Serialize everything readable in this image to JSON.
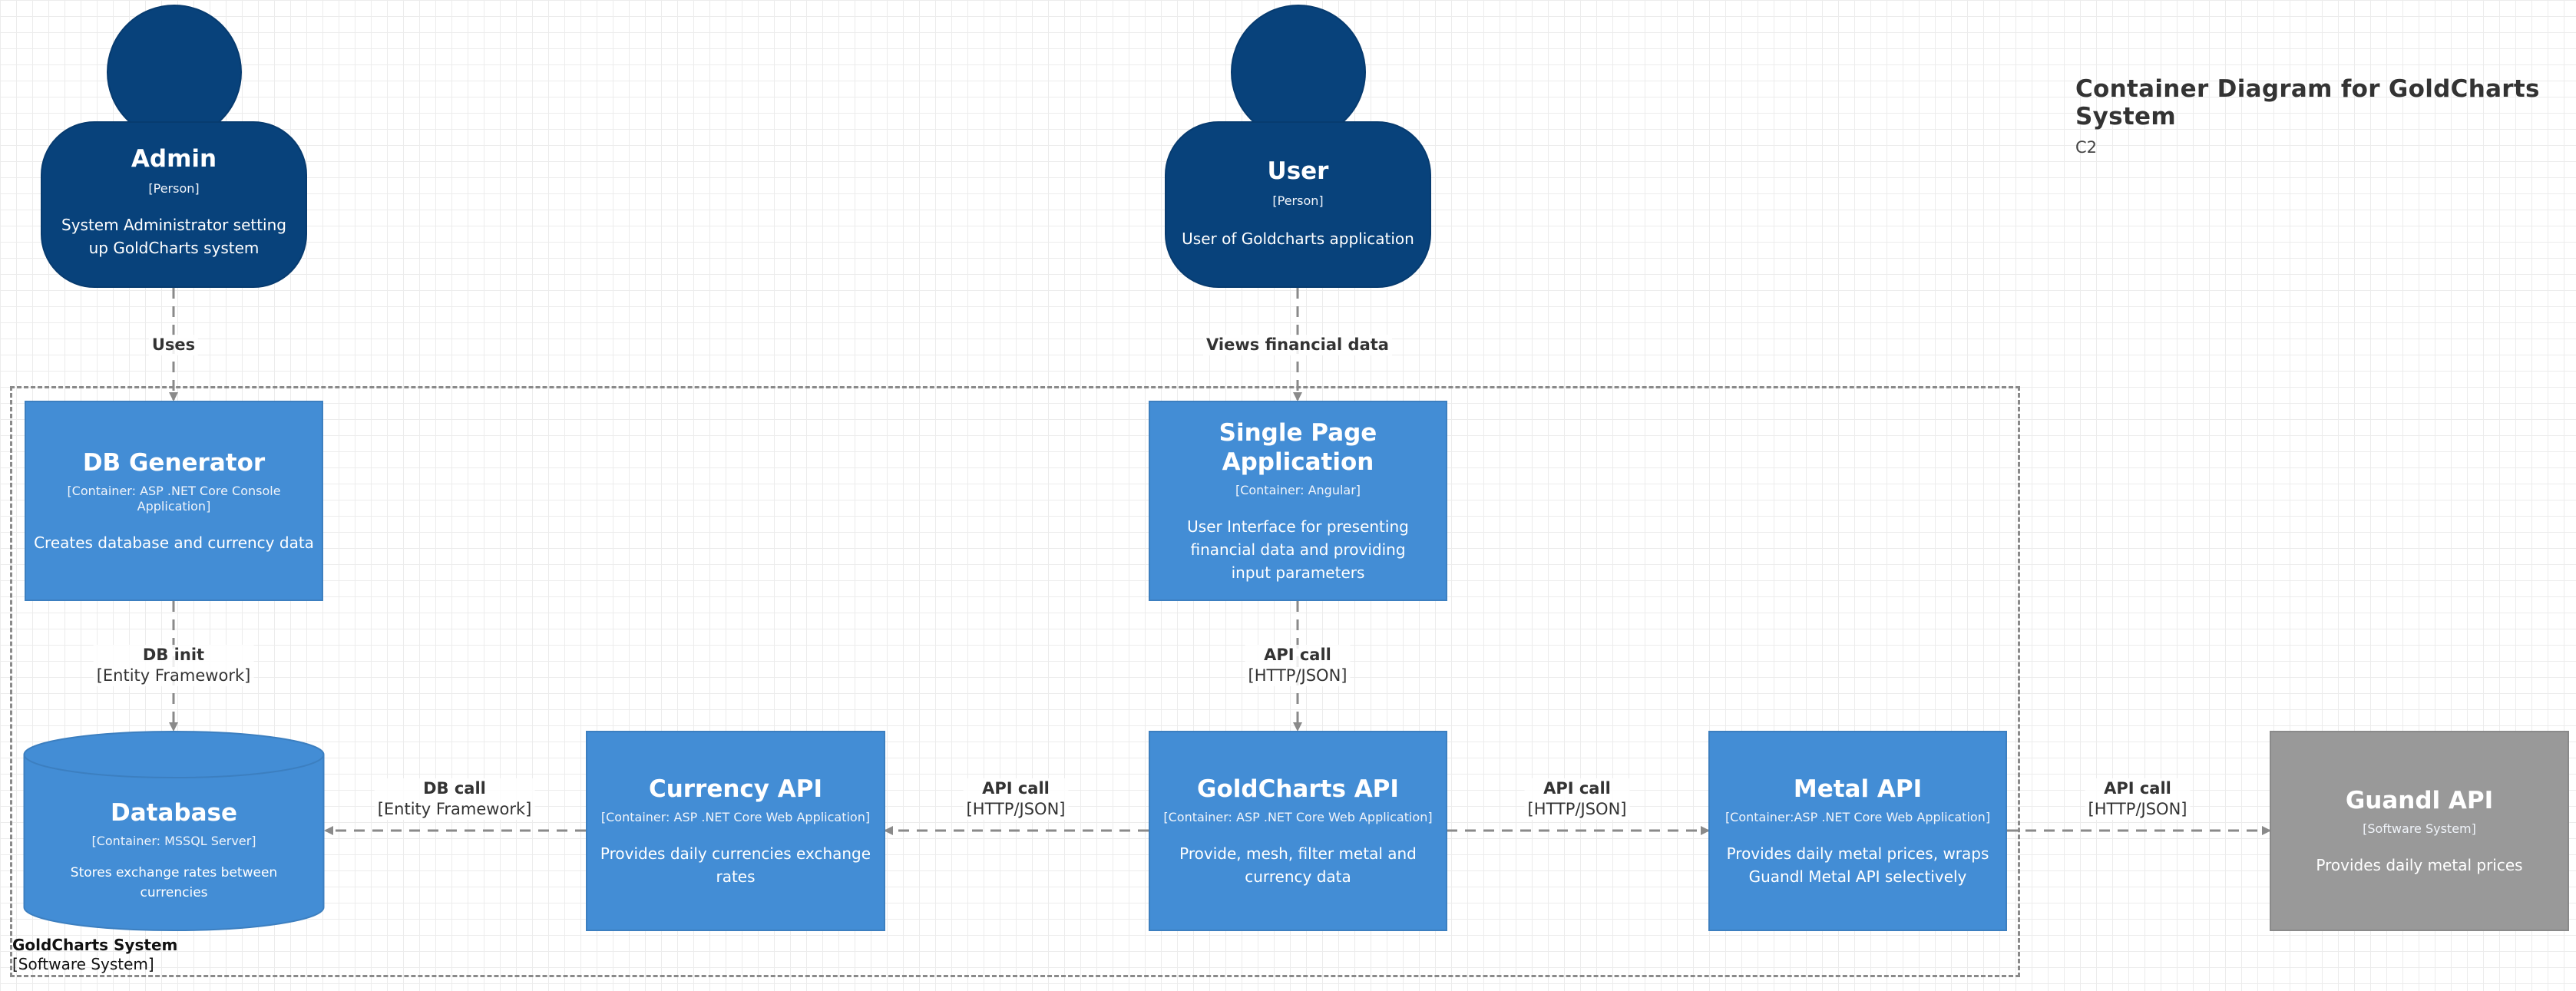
{
  "title": {
    "main": "Container Diagram for GoldCharts System",
    "sub": "C2"
  },
  "boundary": {
    "name": "GoldCharts System",
    "type": "[Software System]"
  },
  "persons": {
    "admin": {
      "name": "Admin",
      "type": "[Person]",
      "description": "System Administrator setting up GoldCharts system"
    },
    "user": {
      "name": "User",
      "type": "[Person]",
      "description": "User of Goldcharts application"
    }
  },
  "containers": {
    "db_generator": {
      "name": "DB Generator",
      "type": "[Container: ASP .NET Core Console Application]",
      "description": "Creates database and currency data"
    },
    "spa": {
      "name": "Single Page Application",
      "type": "[Container: Angular]",
      "description": "User Interface for presenting financial data and providing input parameters"
    },
    "database": {
      "name": "Database",
      "type": "[Container: MSSQL Server]",
      "description": "Stores exchange rates between currencies"
    },
    "currency_api": {
      "name": "Currency API",
      "type": "[Container: ASP .NET Core Web Application]",
      "description": "Provides daily currencies exchange rates"
    },
    "goldcharts_api": {
      "name": "GoldCharts API",
      "type": "[Container: ASP .NET Core Web Application]",
      "description": "Provide, mesh, filter metal and currency data"
    },
    "metal_api": {
      "name": "Metal API",
      "type": "[Container:ASP .NET Core Web Application]",
      "description": "Provides daily metal prices, wraps Guandl Metal API selectively"
    }
  },
  "external": {
    "guandl_api": {
      "name": "Guandl API",
      "type": "[Software System]",
      "description": "Provides daily metal prices"
    }
  },
  "relations": {
    "admin_uses": {
      "label": "Uses",
      "tech": ""
    },
    "user_views": {
      "label": "Views financial data",
      "tech": ""
    },
    "db_init": {
      "label": "DB init",
      "tech": "[Entity Framework]"
    },
    "spa_api_call": {
      "label": "API call",
      "tech": "[HTTP/JSON]"
    },
    "db_call": {
      "label": "DB call",
      "tech": "[Entity Framework]"
    },
    "currency_api_call": {
      "label": "API call",
      "tech": "[HTTP/JSON]"
    },
    "metal_api_call": {
      "label": "API call",
      "tech": "[HTTP/JSON]"
    },
    "guandl_api_call": {
      "label": "API call",
      "tech": "[HTTP/JSON]"
    }
  },
  "colors": {
    "person": "#08427b",
    "container": "#438dd5",
    "external": "#999999",
    "edge": "#8a8a8a"
  }
}
